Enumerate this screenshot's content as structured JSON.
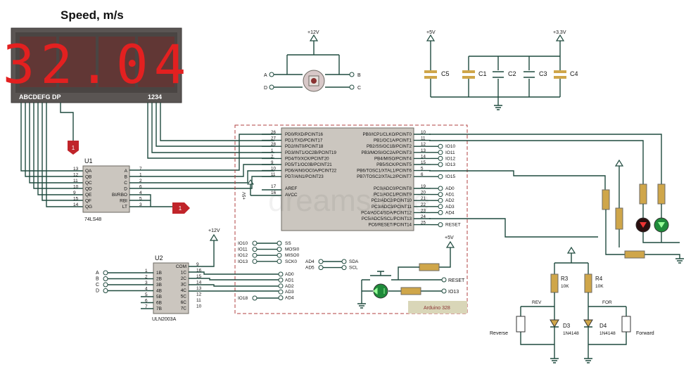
{
  "title": "Speed, m/s",
  "display": {
    "value": "32.04",
    "segment_label": "ABCDEFG DP",
    "digit_label": "1234",
    "digit_color": "#e32020"
  },
  "u1": {
    "ref": "U1",
    "part": "74LS48",
    "left_pins": [
      "QA",
      "QB",
      "QC",
      "QD",
      "QE",
      "QF",
      "QG"
    ],
    "left_nums": [
      "13",
      "12",
      "11",
      "10",
      "9",
      "15",
      "14"
    ],
    "right_pins": [
      "A",
      "B",
      "C",
      "D",
      "BI/RBO",
      "RBI",
      "LT"
    ],
    "right_nums": [
      "7",
      "1",
      "2",
      "6",
      "4",
      "5",
      "3"
    ],
    "terminal_1": "1",
    "terminal_2": "1"
  },
  "u2": {
    "ref": "U2",
    "part": "ULN2003A",
    "left_pins": [
      "1B",
      "2B",
      "3B",
      "4B",
      "5B",
      "6B",
      "7B"
    ],
    "left_nums": [
      "1",
      "2",
      "3",
      "4",
      "5",
      "6",
      "7"
    ],
    "right_pins": [
      "COM",
      "1C",
      "2C",
      "3C",
      "4C",
      "5C",
      "6C",
      "7C"
    ],
    "right_nums": [
      "9",
      "16",
      "15",
      "14",
      "13",
      "12",
      "11",
      "10"
    ],
    "in_labels": [
      "A",
      "B",
      "C",
      "D"
    ],
    "supply": "+12V"
  },
  "motor": {
    "supply": "+12V",
    "labels_left": [
      "A",
      "D"
    ],
    "labels_right": [
      "B",
      "C"
    ]
  },
  "mcu": {
    "label": "Arduino 328",
    "left_pins": [
      "PD0/RXD/PCINT16",
      "PD1/TXD/PCINT17",
      "PD2/INT0/PCINT18",
      "PD3/INT1/OC2B/PCINT19",
      "PD4/T0/XCK/PCINT20",
      "PD5/T1/OC0B/PCINT21",
      "PD6/AIN0/OC0A/PCINT22",
      "PD7/AIN1/PCINT23"
    ],
    "left_nums": [
      "26",
      "27",
      "28",
      "1",
      "2",
      "9",
      "10",
      "11"
    ],
    "aref": "AREF",
    "avcc": "AVCC",
    "aref_num": "17",
    "avcc_num": "16",
    "avcc_supply": "+5V",
    "right_pins": [
      "PB0/ICP1/CLKO/PCINT0",
      "PB1/OC1A/PCINT1",
      "PB2/SS/OC1B/PCINT2",
      "PB3/MOSI/OC2A/PCINT3",
      "PB4/MISO/PCINT4",
      "PB5/SCK/PCINT5",
      "PB6/TOSC1/XTAL1/PCINT6",
      "PB7/TOSC2/XTAL2/PCINT7"
    ],
    "right_nums": [
      "10",
      "11",
      "12",
      "13",
      "14",
      "15",
      "5",
      "6"
    ],
    "right_pins2": [
      "PC0/ADC0/PCINT8",
      "PC1/ADC1/PCINT9",
      "PC2/ADC2/PCINT10",
      "PC3/ADC3/PCINT11",
      "PC4/ADC4/SDA/PCINT12",
      "PC5/ADC5/SCL/PCINT13",
      "PC6/RESET/PCINT14"
    ],
    "right_nums2": [
      "19",
      "20",
      "21",
      "22",
      "23",
      "24",
      "25"
    ],
    "io_right_top": [
      "IO10",
      "IO11",
      "IO12",
      "IO13",
      "",
      "IO15"
    ],
    "io_right_bottom": [
      "AD0",
      "AD1",
      "AD2",
      "AD3",
      "AD4",
      "",
      "RESET"
    ]
  },
  "io_block": {
    "left": [
      "IO10",
      "IO11",
      "IO12",
      "IO13"
    ],
    "right": [
      "SS",
      "MOSI0",
      "MISO0",
      "SCK0"
    ],
    "ad_left": [
      "AD4",
      "AD5"
    ],
    "ad_right": [
      "SDA",
      "SCL"
    ],
    "ad_list": [
      "AD0",
      "AD1",
      "AD2",
      "AD3",
      "AD4"
    ],
    "io18": "IO18"
  },
  "reset_circuit": {
    "supply": "+5V",
    "reset": "RESET",
    "io13": "IO13"
  },
  "caps": {
    "supply5": "+5V",
    "supply33": "+3.3V",
    "labels": [
      "C5",
      "C1",
      "C2",
      "C3",
      "C4"
    ]
  },
  "right_circuit": {
    "r3": "R3",
    "r3v": "10K",
    "r4": "R4",
    "r4v": "10K",
    "d3": "D3",
    "d3v": "1N4148",
    "d4": "D4",
    "d4v": "1N4148",
    "rev": "REV",
    "for": "FOR",
    "reverse": "Reverse",
    "forward": "Forward"
  },
  "watermark": "dreamstime"
}
